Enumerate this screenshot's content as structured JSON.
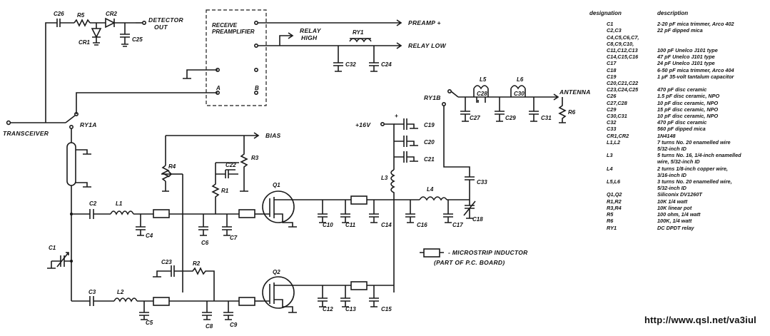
{
  "labels": {
    "C26": "C26",
    "R5": "R5",
    "CR2": "CR2",
    "CR1": "CR1",
    "C25": "C25",
    "detector_out_1": "DETECTOR",
    "detector_out_2": "OUT",
    "receive_preamp_1": "RECEIVE",
    "receive_preamp_2": "PREAMPLIFIER",
    "pin_a": "A",
    "pin_b": "B",
    "preamp_plus": "PREAMP +",
    "relay_high_1": "RELAY",
    "relay_high_2": "HIGH",
    "relay_low": "RELAY LOW",
    "ry1": "RY1",
    "c32": "C32",
    "c24": "C24",
    "transceiver": "TRANSCEIVER",
    "ry1a": "RY1A",
    "ry1b": "RY1B",
    "l5": "L5",
    "l6": "L6",
    "c28": "C28",
    "c30": "C30",
    "c27": "C27",
    "c29": "C29",
    "c31": "C31",
    "r6": "R6",
    "antenna": "ANTENNA",
    "bias": "BIAS",
    "r4": "R4",
    "r3": "R3",
    "c22": "C22",
    "r1": "R1",
    "plus16v": "+16V",
    "plus": "+",
    "c19": "C19",
    "c20": "C20",
    "c21": "C21",
    "l3": "L3",
    "c33": "C33",
    "q1": "Q1",
    "q2": "Q2",
    "l4": "L4",
    "c2": "C2",
    "l1": "L1",
    "c4": "C4",
    "c6": "C6",
    "c7": "C7",
    "c10": "C10",
    "c11": "C11",
    "c14": "C14",
    "c16": "C16",
    "c17": "C17",
    "c18": "C18",
    "c1": "C1",
    "c23": "C23",
    "r2": "R2",
    "c3": "C3",
    "l2": "L2",
    "c5": "C5",
    "c8": "C8",
    "c9": "C9",
    "c12": "C12",
    "c13": "C13",
    "c15": "C15",
    "microstrip_1": "- MICROSTRIP INDUCTOR",
    "microstrip_2": "(PART OF P.C. BOARD)"
  },
  "parts_table": {
    "header_designation": "designation",
    "header_description": "description",
    "rows": [
      {
        "d": "C1",
        "v": "2-20 pF mica trimmer, Arco 402"
      },
      {
        "d": "C2,C3",
        "v": "22 pF dipped mica"
      },
      {
        "d": "C4,C5,C6,C7,",
        "v": ""
      },
      {
        "d": "C8,C9,C10,",
        "v": ""
      },
      {
        "d": "C11,C12,C13",
        "v": "100 pF Unelco J101 type"
      },
      {
        "d": "C14,C15,C16",
        "v": "47 pF Unelco J101 type"
      },
      {
        "d": "C17",
        "v": "24 pF Unelco J101 type"
      },
      {
        "d": "C18",
        "v": "6-50 pF mica trimmer, Arco 404"
      },
      {
        "d": "C19",
        "v": "1 μF 35-volt tantalum capacitor"
      },
      {
        "d": "C20,C21,C22",
        "v": ""
      },
      {
        "d": "C23,C24,C25",
        "v": "470 pF disc ceramic"
      },
      {
        "d": "C26",
        "v": "1.5 pF disc ceramic, NPO"
      },
      {
        "d": "C27,C28",
        "v": "10 pF disc ceramic, NPO"
      },
      {
        "d": "C29",
        "v": "15 pF disc ceramic, NPO"
      },
      {
        "d": "C30,C31",
        "v": "10 pF disc ceramic, NPO"
      },
      {
        "d": "C32",
        "v": "470 pF disc ceramic"
      },
      {
        "d": "C33",
        "v": "560 pF dipped mica"
      },
      {
        "d": "CR1,CR2",
        "v": "1N4148"
      },
      {
        "d": "L1,L2",
        "v": "7 turns No. 20 enamelled wire"
      },
      {
        "d": "",
        "v": "5/32-inch ID"
      },
      {
        "d": "L3",
        "v": "5 turns No. 16, 1/4-inch enamelled"
      },
      {
        "d": "",
        "v": "wire, 5/32-inch ID"
      },
      {
        "d": "L4",
        "v": "2 turns 1/8-inch copper wire,"
      },
      {
        "d": "",
        "v": "3/16-inch ID"
      },
      {
        "d": "L5,L6",
        "v": "3 turns No. 20 enamelled wire,"
      },
      {
        "d": "",
        "v": "5/32-inch ID"
      },
      {
        "d": "Q1,Q2",
        "v": "Siliconix DV1260T"
      },
      {
        "d": "R1,R2",
        "v": "10K 1/4 watt"
      },
      {
        "d": "R3,R4",
        "v": "10K linear pot"
      },
      {
        "d": "R5",
        "v": "100 ohm, 1/4 watt"
      },
      {
        "d": "R6",
        "v": "100K, 1/4 watt"
      },
      {
        "d": "RY1",
        "v": "DC DPDT relay"
      }
    ]
  },
  "footer_url": "http://www.qsl.net/va3iul"
}
